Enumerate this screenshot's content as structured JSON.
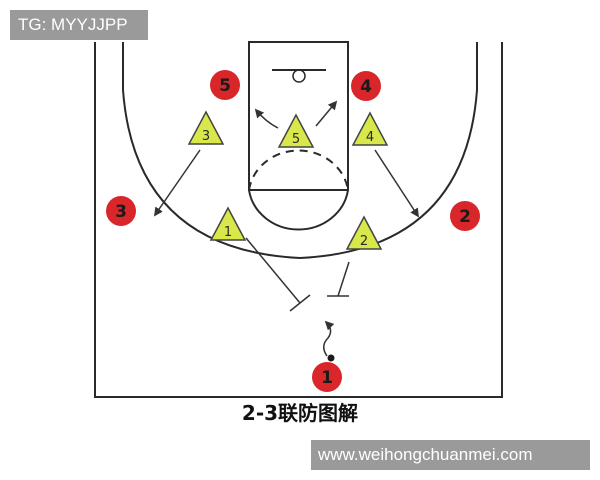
{
  "watermark": {
    "tag": "TG: MYYJJPP",
    "url": "www.weihongchuanmei.com"
  },
  "diagram": {
    "caption": "2-3联防图解"
  },
  "offense_players": [
    "1",
    "2",
    "3",
    "4",
    "5"
  ],
  "defense_players": [
    "1",
    "2",
    "3",
    "4",
    "5"
  ],
  "colors": {
    "offense": "#d9262b",
    "defense": "#d8e84a",
    "court_line": "#2a2a2a"
  }
}
